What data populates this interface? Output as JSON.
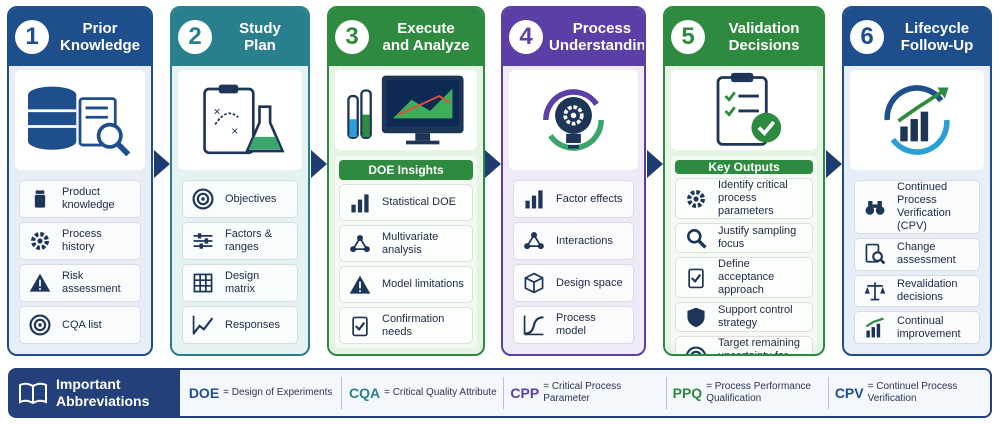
{
  "stages": [
    {
      "num": "1",
      "title": "Prior\nKnowledge",
      "color": "#1f4e8c",
      "items": [
        {
          "icon": "jar-icon",
          "label": "Product knowledge"
        },
        {
          "icon": "gear-icon",
          "label": "Process history"
        },
        {
          "icon": "warning-icon",
          "label": "Risk assessment"
        },
        {
          "icon": "target-icon",
          "label": "CQA list"
        }
      ]
    },
    {
      "num": "2",
      "title": "Study\nPlan",
      "color": "#2a7f8f",
      "items": [
        {
          "icon": "target-icon",
          "label": "Objectives"
        },
        {
          "icon": "sliders-icon",
          "label": "Factors & ranges"
        },
        {
          "icon": "grid-icon",
          "label": "Design matrix"
        },
        {
          "icon": "trend-icon",
          "label": "Responses"
        }
      ]
    },
    {
      "num": "3",
      "title": "Execute\nand Analyze",
      "color": "#2e8a3e",
      "sub_title": "DOE Insights",
      "items": [
        {
          "icon": "bar-chart-icon",
          "label": "Statistical DOE"
        },
        {
          "icon": "network-icon",
          "label": "Multivariate analysis"
        },
        {
          "icon": "warning-icon",
          "label": "Model limitations"
        },
        {
          "icon": "checklist-icon",
          "label": "Confirmation needs"
        }
      ]
    },
    {
      "num": "4",
      "title": "Process\nUnderstanding",
      "color": "#5b3fa6",
      "items": [
        {
          "icon": "bar-chart-icon",
          "label": "Factor effects"
        },
        {
          "icon": "network-icon",
          "label": "Interactions"
        },
        {
          "icon": "cube-icon",
          "label": "Design space"
        },
        {
          "icon": "curve-icon",
          "label": "Process model"
        }
      ]
    },
    {
      "num": "5",
      "title": "Validation\nDecisions",
      "color": "#2e8a3e",
      "sub_title": "Key Outputs",
      "items": [
        {
          "icon": "gear-icon",
          "label": "Identify critical process parameters"
        },
        {
          "icon": "magnifier-icon",
          "label": "Justify sampling focus"
        },
        {
          "icon": "checklist-icon",
          "label": "Define acceptance approach"
        },
        {
          "icon": "shield-icon",
          "label": "Support control strategy"
        },
        {
          "icon": "target-icon",
          "label": "Target remaining uncertainty for PPQ"
        }
      ]
    },
    {
      "num": "6",
      "title": "Lifecycle\nFollow-Up",
      "color": "#1f4e8c",
      "items": [
        {
          "icon": "binoculars-icon",
          "label": "Continued Process Verification (CPV)"
        },
        {
          "icon": "document-search-icon",
          "label": "Change assessment"
        },
        {
          "icon": "scales-icon",
          "label": "Revalidation decisions"
        },
        {
          "icon": "growth-icon",
          "label": "Continual improvement"
        }
      ]
    }
  ],
  "abbreviations": {
    "title": "Important\nAbbreviations",
    "entries": [
      {
        "key": "DOE",
        "value": "= Design of Experiments",
        "color": "#1f4e8c"
      },
      {
        "key": "CQA",
        "value": "= Critical Quality Attribute",
        "color": "#2a7f8f"
      },
      {
        "key": "CPP",
        "value": "= Critical Process Parameter",
        "color": "#5b3fa6"
      },
      {
        "key": "PPQ",
        "value": "= Process Performance Qualification",
        "color": "#2e8a3e"
      },
      {
        "key": "CPV",
        "value": "= Continuel Process Verification",
        "color": "#1f4e8c"
      }
    ]
  }
}
